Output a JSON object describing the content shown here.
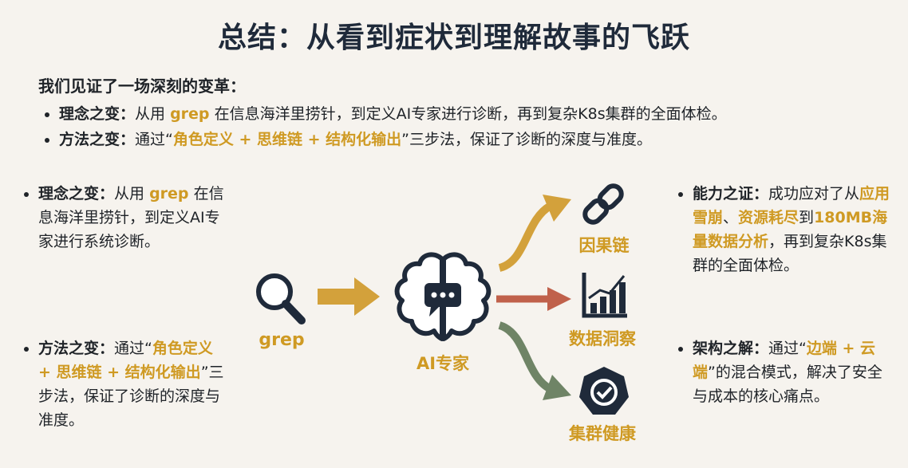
{
  "title": "总结：从看到症状到理解故事的飞跃",
  "summary": {
    "intro": "我们见证了一场深刻的变革：",
    "items": [
      {
        "label": "理念之变：",
        "t1": "从用 ",
        "hl1": "grep",
        "t2": " 在信息海洋里捞针，到定义AI专家进行诊断，再到复杂K8s集群的全面体检。"
      },
      {
        "label": "方法之变：",
        "t1": "通过“",
        "hl1": "角色定义 + 思维链 + 结构化输出",
        "t2": "”三步法，保证了诊断的深度与准度。"
      }
    ]
  },
  "left": {
    "p1": {
      "label": "理念之变：",
      "t1": "从用 ",
      "hl1": "grep",
      "t2": " 在信息海洋里捞针，到定义AI专家进行系统诊断。"
    },
    "p2": {
      "label": "方法之变：",
      "t1": "通过“",
      "hl1": "角色定义 + 思维链 + 结构化输出",
      "t2": "”三步法，保证了诊断的深度与准度。"
    }
  },
  "right": {
    "p1": {
      "label": "能力之证：",
      "t1": "成功应对了从",
      "hl1": "应用雪崩",
      "t2": "、",
      "hl2": "资源耗尽",
      "t3": "到",
      "hl3": "180MB海量数据分析",
      "t4": "，再到复杂K8s集群的全面体检。"
    },
    "p2": {
      "label": "架构之解：",
      "t1": "通过“",
      "hl1": "边端 + 云端",
      "t2": "”的混合模式，解决了安全与成本的核心痛点。"
    }
  },
  "diagram": {
    "grep_label": "grep",
    "ai_label": "AI专家",
    "out1_label": "因果链",
    "out2_label": "数据洞察",
    "out3_label": "集群健康"
  },
  "colors": {
    "accent": "#cf9a23",
    "dark": "#1f2a3a",
    "arrow_red": "#c0614b",
    "arrow_green": "#6f8466"
  },
  "icons": [
    "magnifier-icon",
    "arrow-right-icon",
    "brain-chat-icon",
    "chain-link-icon",
    "bar-chart-icon",
    "health-check-icon"
  ]
}
